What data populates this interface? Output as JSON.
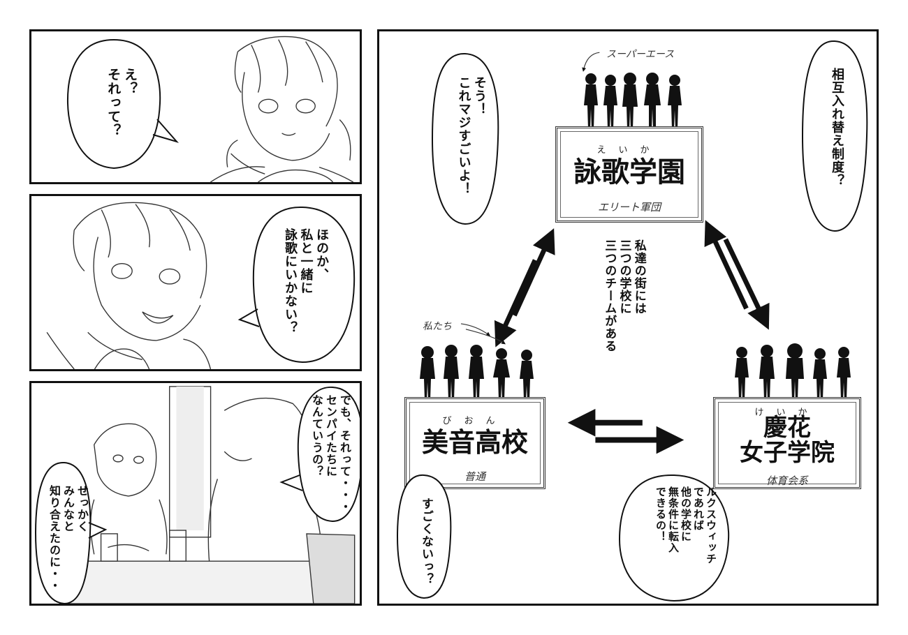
{
  "panel1": {
    "bubble": "え？\nそれって？"
  },
  "panel2": {
    "bubble": "ほのか、\n私と一緒に\n詠歌にいかない？"
  },
  "panel3": {
    "bubble_right": "でも、それって・・・\nセンパイたちに\nなんていうの？",
    "bubble_left": "せっかく\nみんなと\n知り合えたのに・・"
  },
  "diagram": {
    "bubble_top_left": "そう！\nこれマジすごいよ！",
    "bubble_top_right": "相互入れ替え制度？",
    "bubble_bottom_left": "すごくないっ？",
    "bubble_bottom_right": "ルクスウィッチ\nであれば\n他の学校に\n無条件に転入\nできるの！",
    "center_text": "私達の街には\n三つの学校に\n三つのチームがある",
    "schools": {
      "eika": {
        "ruby": "えいか",
        "name": "詠歌学園",
        "sub": "エリート軍団",
        "note": "スーパーエース"
      },
      "bion": {
        "ruby": "びおん",
        "name": "美音高校",
        "sub": "普通",
        "note": "私たち"
      },
      "keika": {
        "ruby": "けいか",
        "name": "慶花\n女子学院",
        "sub": "体育会系"
      }
    }
  }
}
